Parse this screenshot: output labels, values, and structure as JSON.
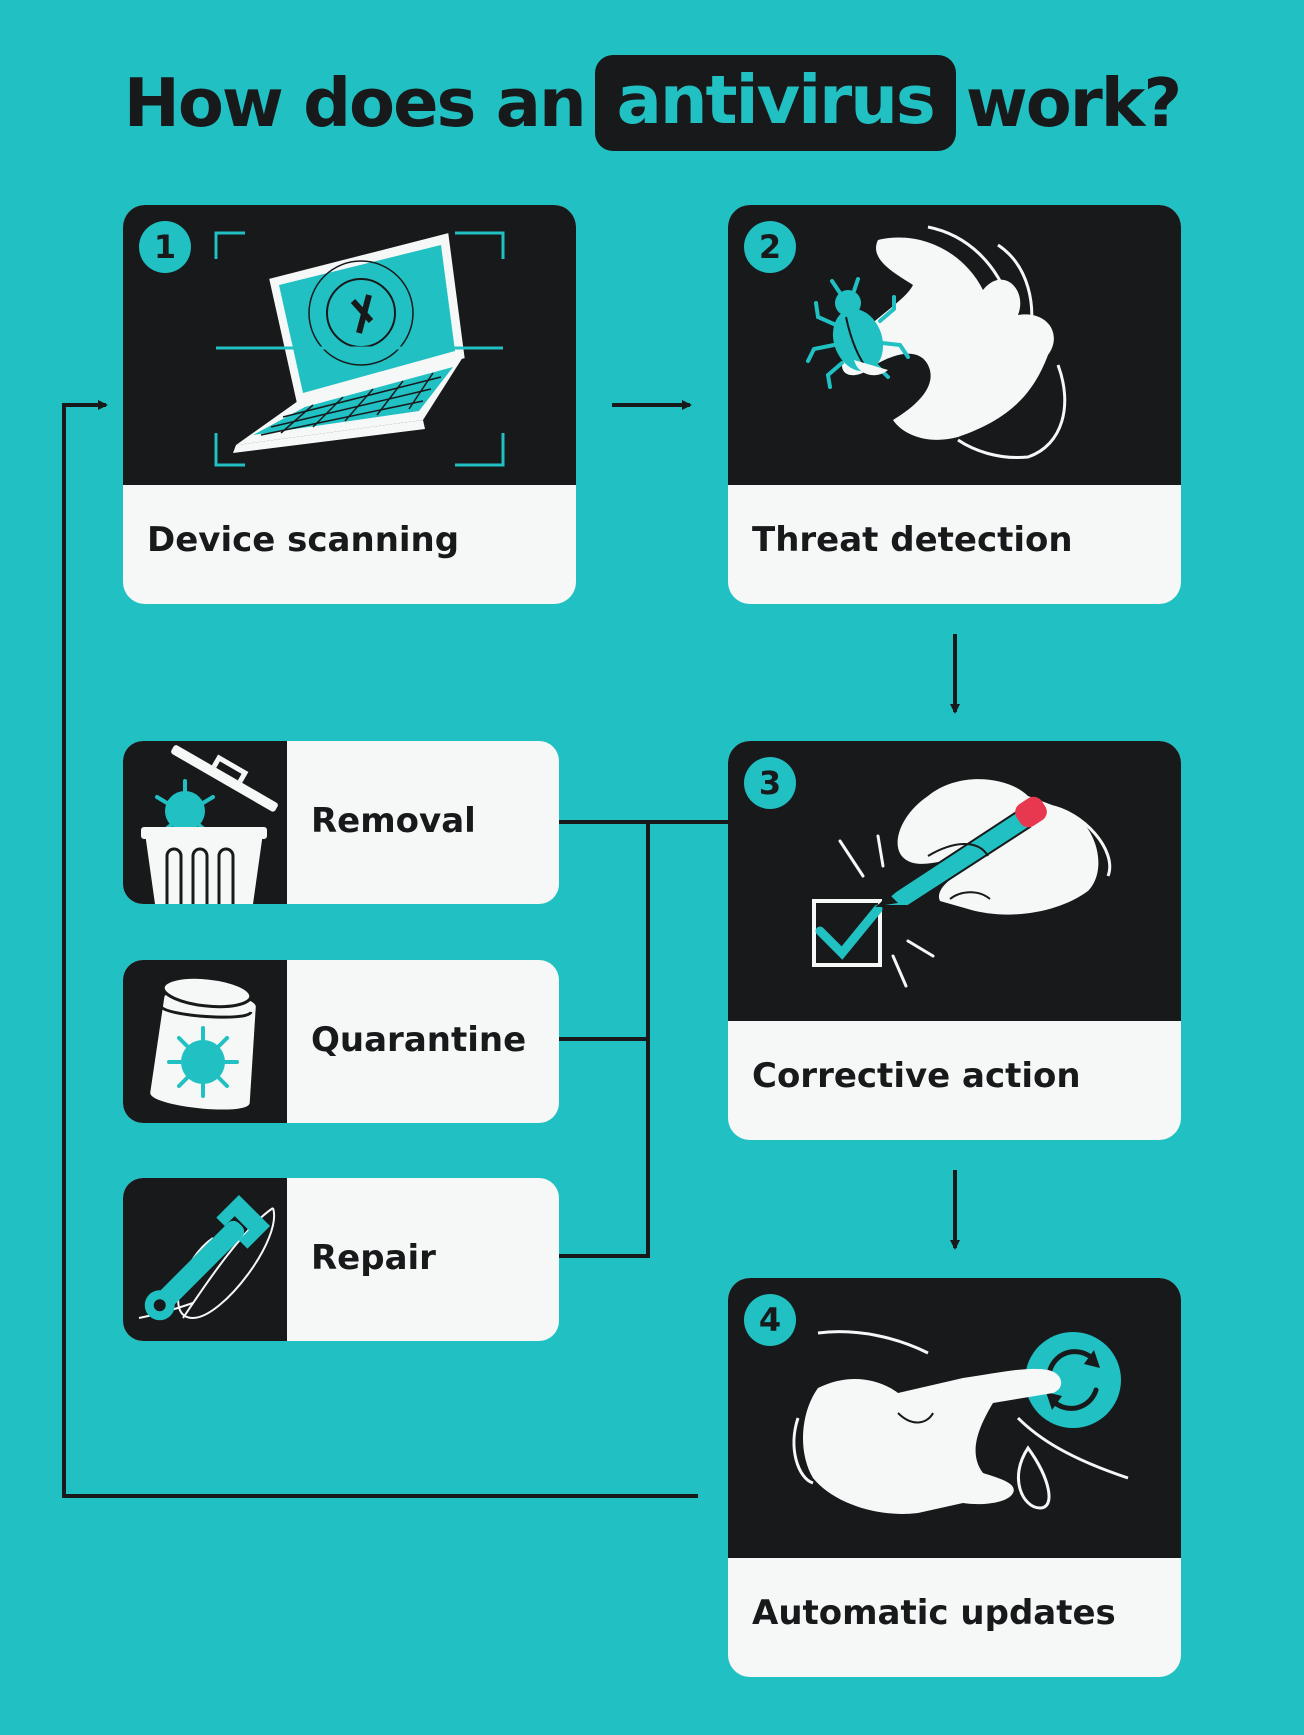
{
  "title": {
    "before": "How does an",
    "highlight": "antivirus",
    "after": "work?"
  },
  "steps": [
    {
      "number": "1",
      "label": "Device scanning",
      "icon": "laptop-scan-icon"
    },
    {
      "number": "2",
      "label": "Threat detection",
      "icon": "hand-holding-bug-icon"
    },
    {
      "number": "3",
      "label": "Corrective action",
      "icon": "hand-checkmark-icon"
    },
    {
      "number": "4",
      "label": "Automatic updates",
      "icon": "hand-update-icon"
    }
  ],
  "actions": [
    {
      "label": "Removal",
      "icon": "trash-virus-icon"
    },
    {
      "label": "Quarantine",
      "icon": "jar-virus-icon"
    },
    {
      "label": "Repair",
      "icon": "wrench-icon"
    }
  ],
  "colors": {
    "background": "#21c0c3",
    "dark": "#17191b",
    "light": "#f6f7f7",
    "accent": "#21c0c3",
    "pencil_tip": "#e8384f"
  }
}
